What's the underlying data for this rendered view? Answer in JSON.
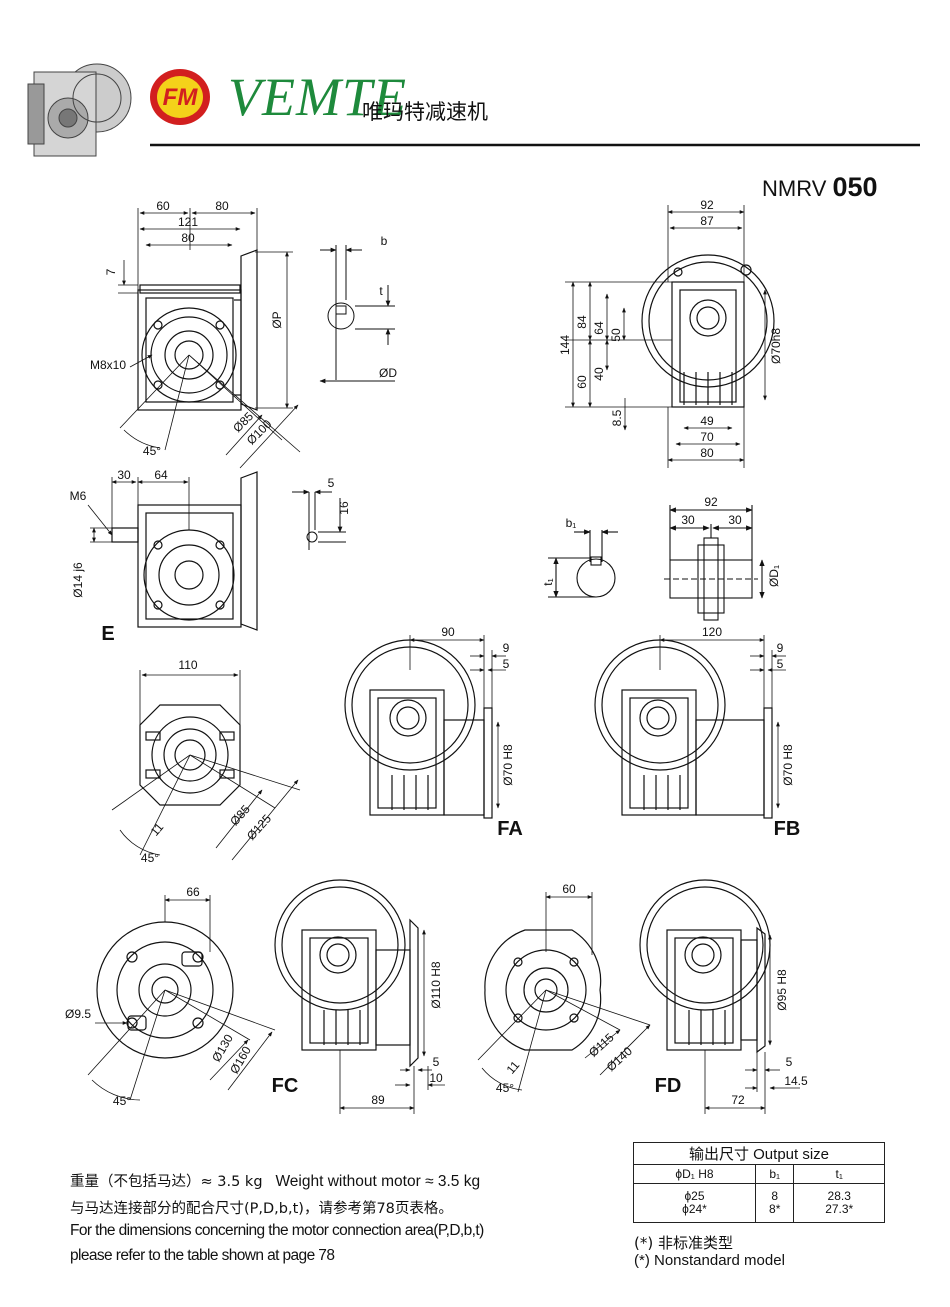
{
  "header": {
    "brand": "VEMTE",
    "brand_cn": "唯玛特减速机",
    "logo_letters": "FM"
  },
  "model": {
    "prefix": "NMRV",
    "number": "050"
  },
  "views": {
    "E": "E",
    "FA": "FA",
    "FB": "FB",
    "FC": "FC",
    "FD": "FD"
  },
  "dims": {
    "d60": "60",
    "d80a": "80",
    "d121": "121",
    "d80b": "80",
    "d7": "7",
    "dP": "ØP",
    "m8x10": "M8x10",
    "a45a": "45°",
    "d85": "Ø85",
    "d100": "Ø100",
    "b": "b",
    "t": "t",
    "dD": "ØD",
    "d92": "92",
    "d87": "87",
    "d144": "144",
    "d84": "84",
    "d64": "64",
    "d50": "50",
    "d60r": "60",
    "d40": "40",
    "d85r": "8.5",
    "d70h8": "Ø70h8",
    "d49": "49",
    "d70": "70",
    "d80r": "80",
    "d30": "30",
    "d64e": "64",
    "m6": "M6",
    "d14j6": "Ø14 j6",
    "d5": "5",
    "d16": "16",
    "b1": "b₁",
    "t1": "t₁",
    "d92s": "92",
    "d30a": "30",
    "d30b": "30",
    "dD1": "ØD₁",
    "d110": "110",
    "d11": "11",
    "a45b": "45°",
    "d85f": "Ø85",
    "d125": "Ø125",
    "d90": "90",
    "d9a": "9",
    "d5a": "5",
    "d70h8a": "Ø70 H8",
    "d120": "120",
    "d9b": "9",
    "d5b": "5",
    "d70h8b": "Ø70 H8",
    "d66": "66",
    "d95": "Ø9.5",
    "a45c": "45°",
    "d130": "Ø130",
    "d160": "Ø160",
    "d110h8": "Ø110 H8",
    "d5c": "5",
    "d10": "10",
    "d89": "89",
    "d60f": "60",
    "d11d": "11",
    "a45d": "45°",
    "d115": "Ø115",
    "d140": "Ø140",
    "d95h8": "Ø95 H8",
    "d5d": "5",
    "d145": "14.5",
    "d72": "72"
  },
  "notes": {
    "weight_cn": "重量（不包括马达）≈ 3.5 kg",
    "weight_en": "Weight without motor ≈ 3.5 kg",
    "ref_cn": "与马达连接部分的配合尺寸(P,D,b,t)，请参考第78页表格。",
    "ref_en_1": "For the dimensions concerning the motor connection area(P,D,b,t)",
    "ref_en_2": "please refer to the table shown at page 78"
  },
  "output_table": {
    "caption": "输出尺寸  Output size",
    "headers": [
      "ϕD₁ H8",
      "b₁",
      "t₁"
    ],
    "rows": [
      [
        "ϕ25",
        "8",
        "28.3"
      ],
      [
        "ϕ24*",
        "8*",
        "27.3*"
      ]
    ]
  },
  "footnote": {
    "cn": "(*) 非标准类型",
    "en": "(*) Nonstandard model"
  }
}
